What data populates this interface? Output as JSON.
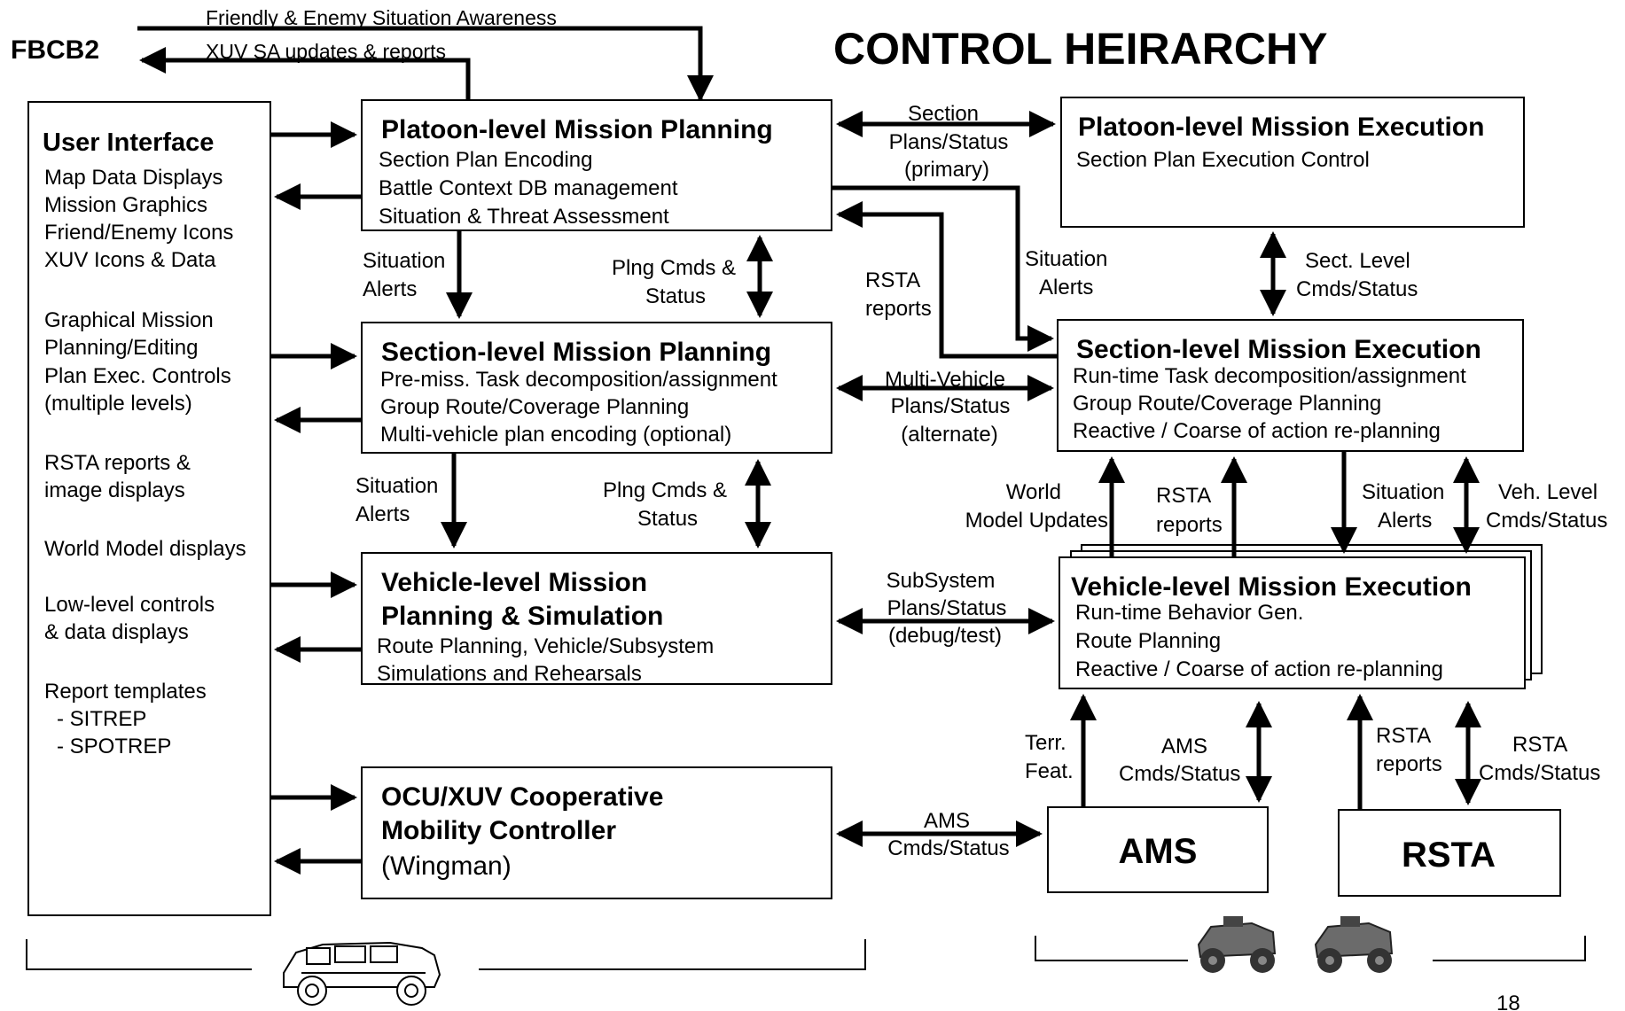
{
  "title": "CONTROL HEIRARCHY",
  "page_number": "18",
  "fbcb2": {
    "label": "FBCB2",
    "top_line": "Friendly & Enemy Situation Awareness",
    "bottom_line": "XUV SA updates & reports"
  },
  "user_interface": {
    "title": "User Interface",
    "lines": [
      "Map Data Displays",
      "Mission Graphics",
      "Friend/Enemy Icons",
      "XUV Icons & Data",
      "Graphical Mission",
      "Planning/Editing",
      "Plan Exec. Controls",
      "(multiple levels)",
      "RSTA reports &",
      "image displays",
      "World Model displays",
      "Low-level controls",
      "& data displays",
      "Report templates",
      "- SITREP",
      "- SPOTREP"
    ]
  },
  "boxes": {
    "platoon_planning": {
      "title": "Platoon-level Mission Planning",
      "lines": [
        "Section Plan Encoding",
        "Battle Context DB management",
        "Situation & Threat Assessment"
      ]
    },
    "section_planning": {
      "title": "Section-level Mission Planning",
      "lines": [
        "Pre-miss. Task decomposition/assignment",
        "Group Route/Coverage Planning",
        "Multi-vehicle plan encoding (optional)"
      ]
    },
    "vehicle_planning": {
      "title_lines": [
        "Vehicle-level Mission",
        "Planning & Simulation"
      ],
      "lines": [
        "Route Planning, Vehicle/Subsystem",
        "Simulations and Rehearsals"
      ]
    },
    "ocu_xuv": {
      "title_lines": [
        "OCU/XUV Cooperative",
        "Mobility Controller"
      ],
      "lines": [
        "(Wingman)"
      ]
    },
    "platoon_execution": {
      "title": "Platoon-level Mission Execution",
      "lines": [
        "Section Plan Execution Control"
      ]
    },
    "section_execution": {
      "title": "Section-level Mission Execution",
      "lines": [
        "Run-time Task decomposition/assignment",
        "Group Route/Coverage Planning",
        "Reactive / Coarse of action re-planning"
      ]
    },
    "vehicle_execution": {
      "title": "Vehicle-level Mission Execution",
      "lines": [
        "Run-time Behavior Gen.",
        "Route Planning",
        "Reactive / Coarse of action re-planning"
      ]
    },
    "ams": {
      "title": "AMS"
    },
    "rsta": {
      "title": "RSTA"
    }
  },
  "arrow_labels": {
    "section_plans": [
      "Section",
      "Plans/Status",
      "(primary)"
    ],
    "multi_vehicle": [
      "Multi-Vehicle",
      "Plans/Status",
      "(alternate)"
    ],
    "subsystem": [
      "SubSystem",
      "Plans/Status",
      "(debug/test)"
    ],
    "ams_cmds_h": [
      "AMS",
      "Cmds/Status"
    ],
    "sit_alerts_1": [
      "Situation",
      "Alerts"
    ],
    "plng_cmds_1": [
      "Plng Cmds  &",
      "Status"
    ],
    "sit_alerts_2": [
      "Situation",
      "Alerts"
    ],
    "plng_cmds_2": [
      "Plng Cmds  &",
      "Status"
    ],
    "rsta_reports_1": [
      "RSTA",
      "reports"
    ],
    "sit_alerts_3": [
      "Situation",
      "Alerts"
    ],
    "sect_level": [
      "Sect. Level",
      "Cmds/Status"
    ],
    "world_model": [
      "World",
      "Model Updates"
    ],
    "rsta_reports_2": [
      "RSTA",
      "reports"
    ],
    "sit_alerts_4": [
      "Situation",
      "Alerts"
    ],
    "veh_level": [
      "Veh. Level",
      "Cmds/Status"
    ],
    "terr_feat": [
      "Terr.",
      "Feat."
    ],
    "ams_cmds_v": [
      "AMS",
      "Cmds/Status"
    ],
    "rsta_reports_3": [
      "RSTA",
      "reports"
    ],
    "rsta_cmds": [
      "RSTA",
      "Cmds/Status"
    ]
  },
  "icons": {
    "humvee": "humvee-icon",
    "xuv_1": "xuv-robot-vehicle-icon",
    "xuv_2": "xuv-robot-vehicle-icon"
  },
  "colors": {
    "ink": "#000000",
    "background": "#ffffff"
  }
}
